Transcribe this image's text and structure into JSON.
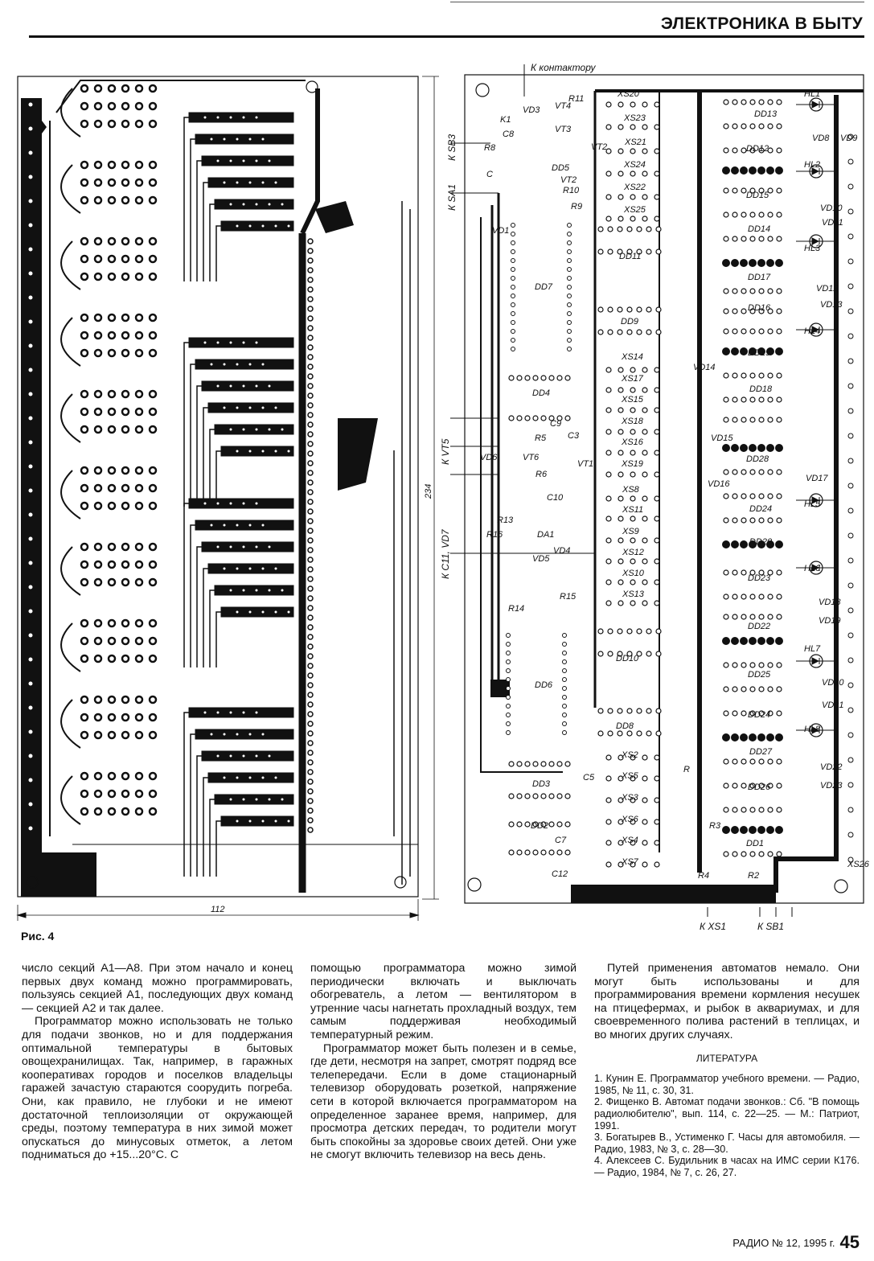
{
  "header": {
    "section_title": "ЭЛЕКТРОНИКА В БЫТУ"
  },
  "figure": {
    "caption": "Рис. 4",
    "dimensions": {
      "width": "112",
      "height": "234"
    },
    "left_board": {},
    "right_board": {
      "external_labels": [
        "К контактору",
        "К SB3",
        "К SA1",
        "К VT5",
        "К С11, VD7",
        "К XS1",
        "К SB1"
      ],
      "components": [
        "K1",
        "VD3",
        "VT4",
        "R11",
        "C8",
        "R8",
        "VT3",
        "VT2",
        "C",
        "DD5",
        "VT2",
        "R10",
        "R9",
        "VD1",
        "DD7",
        "DD4",
        "C9",
        "C3",
        "R5",
        "VD6",
        "VT6",
        "VT1",
        "R6",
        "C10",
        "R13",
        "R16",
        "DA1",
        "VD4",
        "VD5",
        "R14",
        "R15",
        "DD6",
        "DD3",
        "C5",
        "DD2",
        "C7",
        "C12",
        "XS20",
        "XS23",
        "XS21",
        "XS24",
        "XS22",
        "XS25",
        "DD11",
        "DD9",
        "XS14",
        "XS17",
        "XS15",
        "XS18",
        "XS16",
        "XS19",
        "XS8",
        "XS11",
        "XS9",
        "XS12",
        "XS10",
        "XS13",
        "DD10",
        "DD8",
        "XS2",
        "XS5",
        "XS3",
        "XS6",
        "XS4",
        "XS7",
        "HL1",
        "DD13",
        "VD8",
        "VD9",
        "DD12",
        "HL2",
        "DD15",
        "VD10",
        "VD11",
        "DD14",
        "HL3",
        "DD17",
        "VD12",
        "VD13",
        "DD16",
        "HL4",
        "DD19",
        "VD14",
        "DD18",
        "VD15",
        "DD28",
        "VD16",
        "VD17",
        "HL5",
        "DD24",
        "DD20",
        "HL6",
        "DD23",
        "VD18",
        "VD19",
        "DD22",
        "HL7",
        "DD25",
        "VD20",
        "VD21",
        "DD24",
        "HL8",
        "DD27",
        "VD22",
        "VD23",
        "DD26",
        "R",
        "R3",
        "DD1",
        "R4",
        "R2",
        "XS26"
      ]
    }
  },
  "body": {
    "col1": [
      "число секций А1—А8. При этом начало и конец первых двух команд можно программировать, пользуясь секцией А1, последующих двух команд — секцией А2 и так далее.",
      "Программатор можно использовать не только для подачи звонков, но и для поддержания оптимальной температуры в бытовых овощехранилищах. Так, например, в гаражных кооперативах городов и поселков владельцы гаражей зачастую стараются соорудить погреба. Они, как правило, не глубоки и не имеют достаточной теплоизоляции от окружающей среды, поэтому температура в них зимой может опускаться до минусовых отметок, а летом подниматься до +15...20°С. С"
    ],
    "col2": [
      "помощью программатора можно зимой периодически включать и выключать обогреватель, а летом — вентилятором в утренние часы нагнетать прохладный воздух, тем самым поддерживая необходимый температурный режим.",
      "Программатор может быть полезен и в семье, где дети, несмотря на запрет, смотрят подряд все телепередачи. Если в доме стационарный телевизор оборудовать розеткой, напряжение сети в которой включается программатором на определенное заранее время, например, для просмотра детских передач, то родители могут быть спокойны за здоровье своих детей. Они уже не смогут включить телевизор на весь день."
    ],
    "col3": [
      "Путей применения автоматов немало. Они могут быть использованы и для программирования времени кормления несушек на птицефермах, и рыбок в аквариумах, и для своевременного полива растений в теплицах, и во многих других случаях."
    ]
  },
  "literature": {
    "title": "ЛИТЕРАТУРА",
    "refs": [
      "1. Кунин Е. Программатор учебного времени. — Радио, 1985, № 11, с. 30, 31.",
      "2. Фищенко В. Автомат подачи звонков.: Сб. \"В помощь радиолюбителю\", вып. 114, с. 22—25. — М.: Патриот, 1991.",
      "3. Богатырев В., Устименко Г. Часы для автомобиля. — Радио, 1983, № 3, с. 28—30.",
      "4. Алексеев С. Будильник в часах на ИМС серии К176. — Радио, 1984, № 7, с. 26, 27."
    ]
  },
  "footer": {
    "journal": "РАДИО № 12, 1995 г.",
    "page_number": "45"
  }
}
